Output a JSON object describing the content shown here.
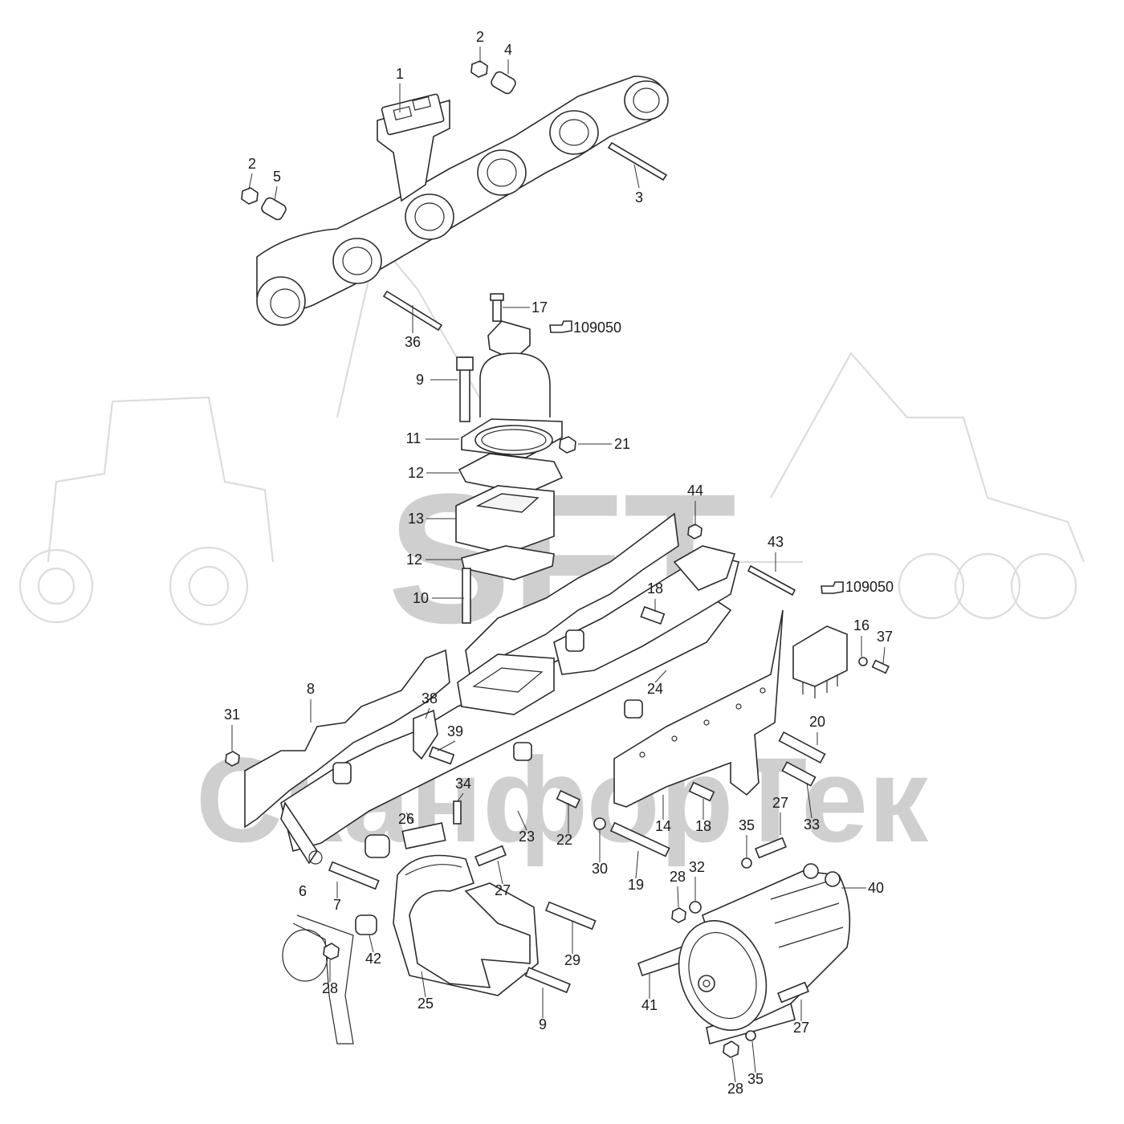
{
  "watermark": {
    "brand": "SFT",
    "company": "СканфорТек",
    "color": "#cfcfcf"
  },
  "colors": {
    "line": "#2b2b2b",
    "text": "#1a1a1a",
    "background": "#ffffff"
  },
  "references": {
    "ref_a": "109050",
    "ref_b": "109050",
    "icon": "pointing-hand-icon"
  },
  "callouts": [
    "1",
    "2",
    "2",
    "3",
    "4",
    "5",
    "36",
    "17",
    "9",
    "11",
    "21",
    "12",
    "13",
    "12",
    "10",
    "44",
    "43",
    "18",
    "16",
    "37",
    "24",
    "8",
    "38",
    "39",
    "31",
    "20",
    "34",
    "22",
    "23",
    "18",
    "14",
    "33",
    "26",
    "30",
    "19",
    "27",
    "35",
    "28",
    "32",
    "40",
    "6",
    "7",
    "27",
    "42",
    "29",
    "28",
    "25",
    "9",
    "41",
    "27",
    "28",
    "35"
  ]
}
